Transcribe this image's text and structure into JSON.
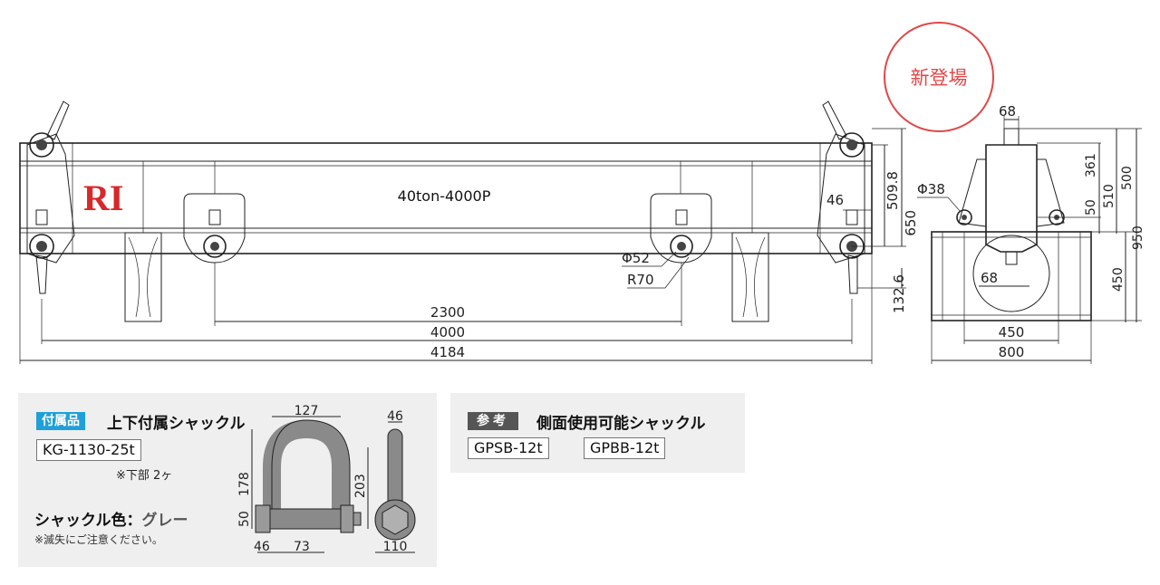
{
  "badge_new": "新登場",
  "product_label": "40ton-4000P",
  "logo_text": "RI",
  "front_dims": {
    "d2300": "2300",
    "d4000": "4000",
    "d4184": "4184",
    "d46": "46",
    "d509": "509.8",
    "d650": "650",
    "d132": "132.6",
    "phi52": "Φ52",
    "r70": "R70"
  },
  "side_dims": {
    "d68_top": "68",
    "d68_mid": "68",
    "phi38": "Φ38",
    "d361": "361",
    "d510": "510",
    "d500": "500",
    "d50": "50",
    "d950": "950",
    "d450_v": "450",
    "d450_h": "450",
    "d800": "800"
  },
  "accessory": {
    "tag": "付属品",
    "title": "上下付属シャックル",
    "code": "KG-1130-25t",
    "note": "※下部 2ヶ",
    "color_label": "シャックル色：",
    "color_value": "グレー",
    "caution": "※滅失にご注意ください。"
  },
  "shackle_dims": {
    "d127": "127",
    "d46_top": "46",
    "d178": "178",
    "d203": "203",
    "d50": "50",
    "d46_bottom": "46",
    "d73": "73",
    "d110": "110"
  },
  "reference": {
    "tag": "参考",
    "title": "側面使用可能シャックル",
    "code1": "GPSB-12t",
    "code2": "GPBB-12t"
  },
  "colors": {
    "accent_blue": "#1fa0d8",
    "badge_red": "#e04848",
    "logo_red": "#d8282a",
    "shackle_gray": "#8a8a8a"
  }
}
